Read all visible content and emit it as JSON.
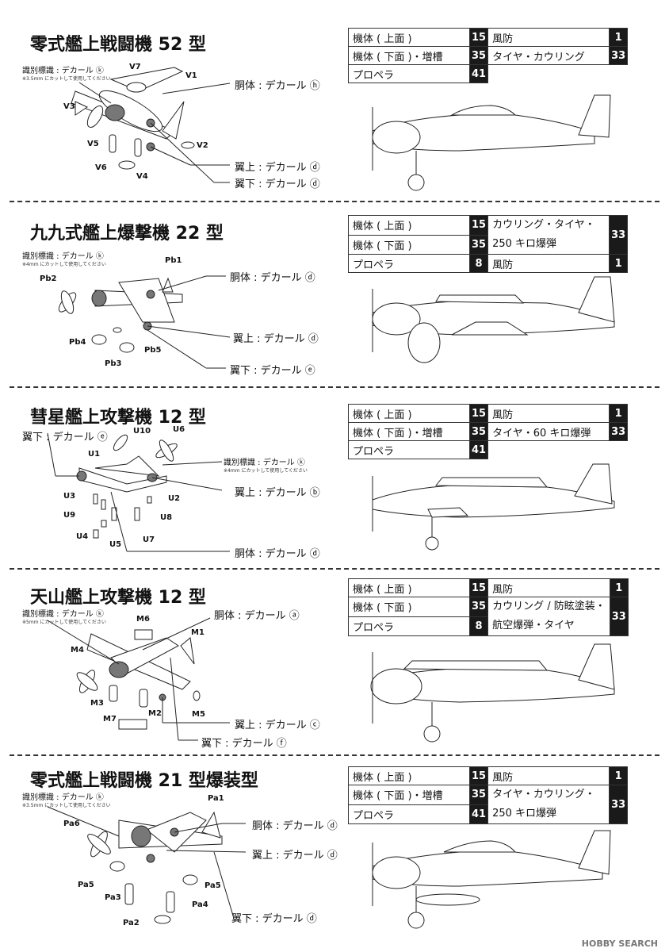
{
  "sections": [
    {
      "title": "零式艦上戦闘機 52 型",
      "id_note": "識別標識 : デカール ⓚ",
      "id_sub": "※3.5mm にカットして使用してください",
      "parts": [
        "V7",
        "V1",
        "V3",
        "V5",
        "V2",
        "V6",
        "V4"
      ],
      "callouts": [
        "胴体 : デカール ⓗ",
        "翼上 : デカール ⓓ",
        "翼下 : デカール ⓓ"
      ],
      "paint": [
        {
          "l": "機体 ( 上面 )",
          "ln": "15",
          "r": "風防",
          "rn": "1"
        },
        {
          "l": "機体 ( 下面 )・増槽",
          "ln": "35",
          "r": "タイヤ・カウリング",
          "rn": "33"
        },
        {
          "l": "プロペラ",
          "ln": "41"
        }
      ]
    },
    {
      "title": "九九式艦上爆撃機 22 型",
      "id_note": "識別標識 : デカール ⓚ",
      "id_sub": "※4mm にカットして使用してください",
      "parts": [
        "Pb1",
        "Pb2",
        "Pb4",
        "Pb5",
        "Pb3"
      ],
      "callouts": [
        "胴体 : デカール ⓓ",
        "翼上 : デカール ⓓ",
        "翼下 : デカール ⓔ"
      ],
      "paint": [
        {
          "l": "機体 ( 上面 )",
          "ln": "15",
          "r": "カウリング・タイヤ・",
          "r2": "250 キロ爆弾",
          "rn": "33"
        },
        {
          "l": "機体 ( 下面 )",
          "ln": "35"
        },
        {
          "l": "プロペラ",
          "ln": "8",
          "r": "風防",
          "rn": "1"
        }
      ]
    },
    {
      "title": "彗星艦上攻撃機 12 型",
      "id_note": "識別標識 : デカール ⓚ",
      "id_sub": "※4mm にカットして使用してください",
      "parts": [
        "U10",
        "U6",
        "U1",
        "U3",
        "U2",
        "U9",
        "U8",
        "U4",
        "U5",
        "U7"
      ],
      "callouts": [
        "翼下 : デカール ⓔ",
        "翼上 : デカール ⓑ",
        "胴体 : デカール ⓓ"
      ],
      "paint": [
        {
          "l": "機体 ( 上面 )",
          "ln": "15",
          "r": "風防",
          "rn": "1"
        },
        {
          "l": "機体 ( 下面 )・増槽",
          "ln": "35",
          "r": "タイヤ・60 キロ爆弾",
          "rn": "33"
        },
        {
          "l": "プロペラ",
          "ln": "41"
        }
      ]
    },
    {
      "title": "天山艦上攻撃機 12 型",
      "id_note": "識別標識 : デカール ⓚ",
      "id_sub": "※5mm にカットして使用してください",
      "parts": [
        "M6",
        "M1",
        "M4",
        "M3",
        "M2",
        "M7",
        "M5"
      ],
      "callouts": [
        "胴体 : デカール ⓐ",
        "翼上 : デカール ⓒ",
        "翼下 : デカール ⓕ"
      ],
      "paint": [
        {
          "l": "機体 ( 上面 )",
          "ln": "15",
          "r": "風防",
          "rn": "1"
        },
        {
          "l": "機体 ( 下面 )",
          "ln": "35",
          "r": "カウリング / 防眩塗装・",
          "r2": "航空爆弾・タイヤ",
          "rn": "33"
        },
        {
          "l": "プロペラ",
          "ln": "8"
        }
      ]
    },
    {
      "title": "零式艦上戦闘機 21 型爆装型",
      "id_note": "識別標識 : デカール ⓚ",
      "id_sub": "※3.5mm にカットして使用してください",
      "parts": [
        "Pa1",
        "Pa6",
        "Pa5",
        "Pa5",
        "Pa3",
        "Pa4",
        "Pa2"
      ],
      "callouts": [
        "胴体 : デカール ⓓ",
        "翼上 : デカール ⓓ",
        "翼下 : デカール ⓓ"
      ],
      "paint": [
        {
          "l": "機体 ( 上面 )",
          "ln": "15",
          "r": "風防",
          "rn": "1"
        },
        {
          "l": "機体 ( 下面 )・増槽",
          "ln": "35",
          "r": "タイヤ・カウリング・",
          "r2": "250 キロ爆弾",
          "rn": "33"
        },
        {
          "l": "プロペラ",
          "ln": "41"
        }
      ]
    }
  ],
  "watermark": "HOBBY SEARCH"
}
